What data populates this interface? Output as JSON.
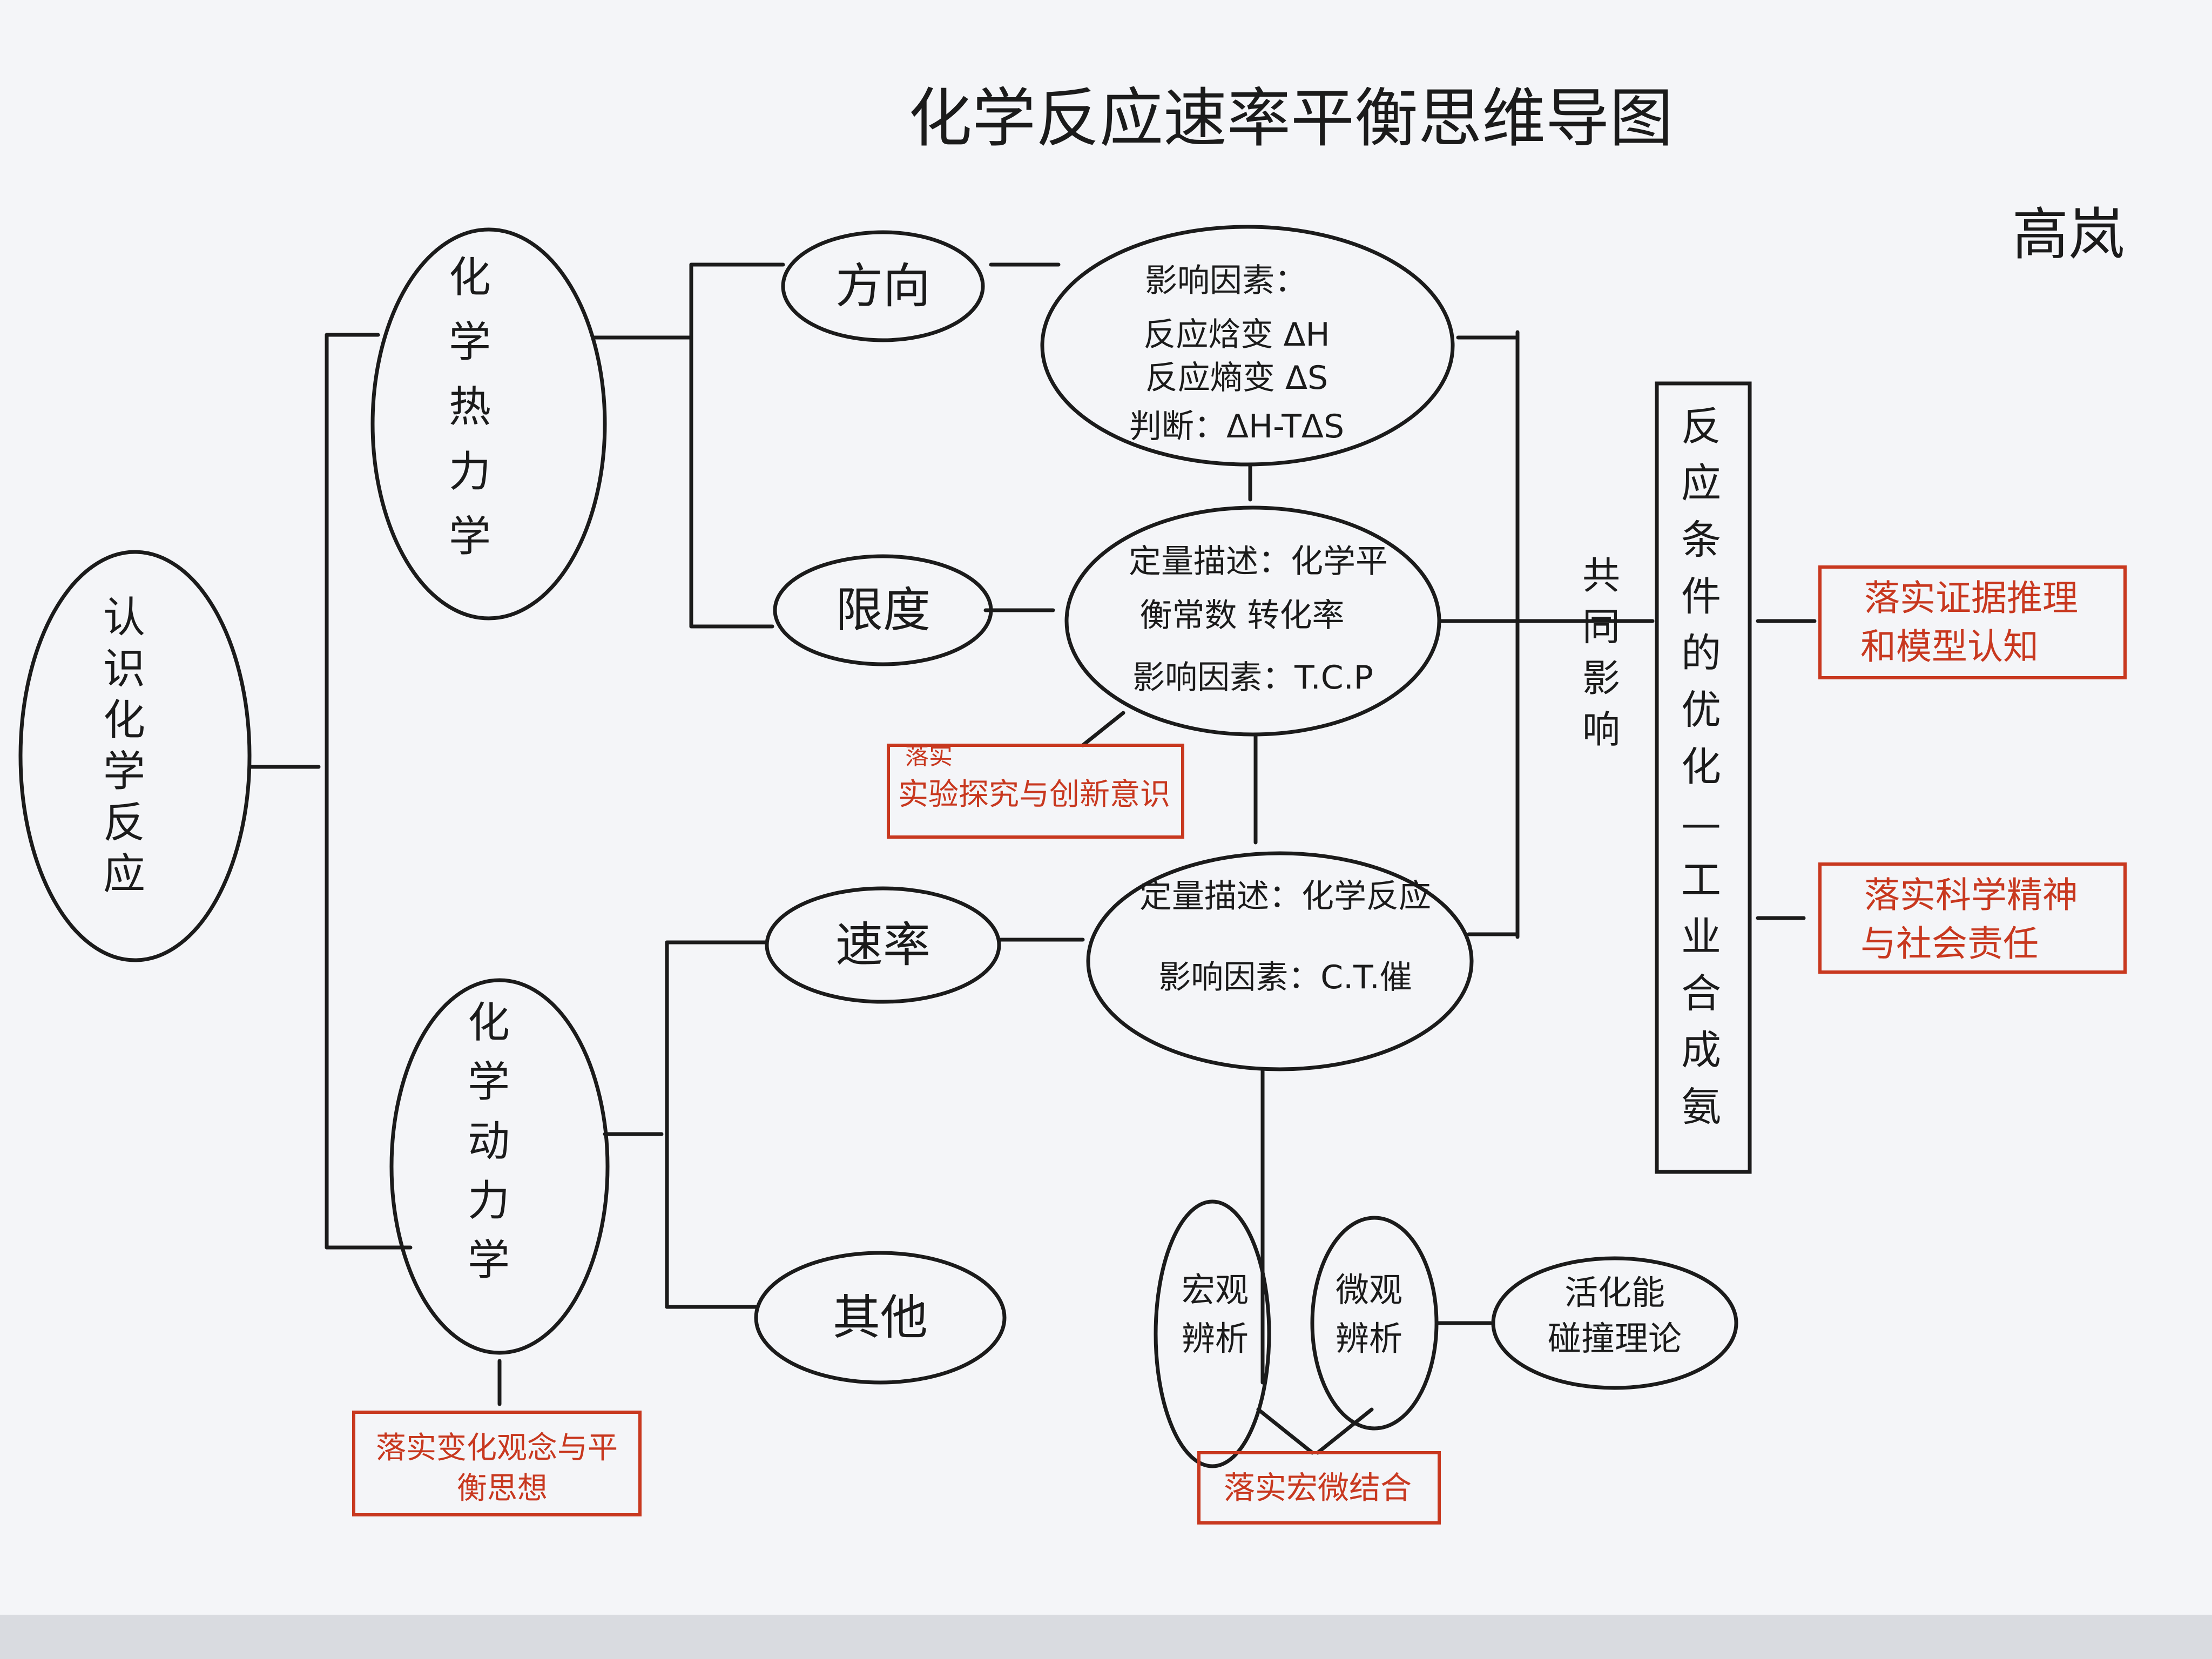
{
  "title": "化学反应速率平衡思维导图",
  "author": "高岚",
  "colors": {
    "ink": "#1b1b1b",
    "red": "#c8381f",
    "paper": "#f4f5f8"
  },
  "nodes": {
    "root": [
      "认",
      "识",
      "化",
      "学",
      "反",
      "应"
    ],
    "thermo": [
      "化",
      "学",
      "热",
      "力",
      "学"
    ],
    "kinetics": [
      "化",
      "学",
      "动",
      "力",
      "学"
    ],
    "direction": "方向",
    "limit": "限度",
    "rate": "速率",
    "other": "其他",
    "direction_detail": [
      "影响因素：",
      "反应焓变 ΔH",
      "反应熵变 ΔS",
      "判断：ΔH-TΔS"
    ],
    "limit_detail": [
      "定量描述：化学平",
      "衡常数 转化率",
      "影响因素：T.C.P"
    ],
    "rate_detail": [
      "定量描述：化学反应",
      "影响因素：C.T.催"
    ],
    "macro": [
      "宏观",
      "辨析"
    ],
    "micro": [
      "微观",
      "辨析"
    ],
    "theory": [
      "活化能",
      "碰撞理论"
    ],
    "common_effect": [
      "共",
      "同",
      "影",
      "响"
    ],
    "industry": [
      "反",
      "应",
      "条",
      "件",
      "的",
      "优",
      "化",
      "—",
      "工",
      "业",
      "合",
      "成",
      "氨"
    ]
  },
  "red_notes": {
    "experiment": {
      "small": "落实",
      "main": "实验探究与创新意识"
    },
    "evidence": [
      "落实证据推理",
      "和模型认知"
    ],
    "science": [
      "落实科学精神",
      "与社会责任"
    ],
    "change": [
      "落实变化观念与平",
      "衡思想"
    ],
    "macro_micro": "落实宏微结合"
  }
}
